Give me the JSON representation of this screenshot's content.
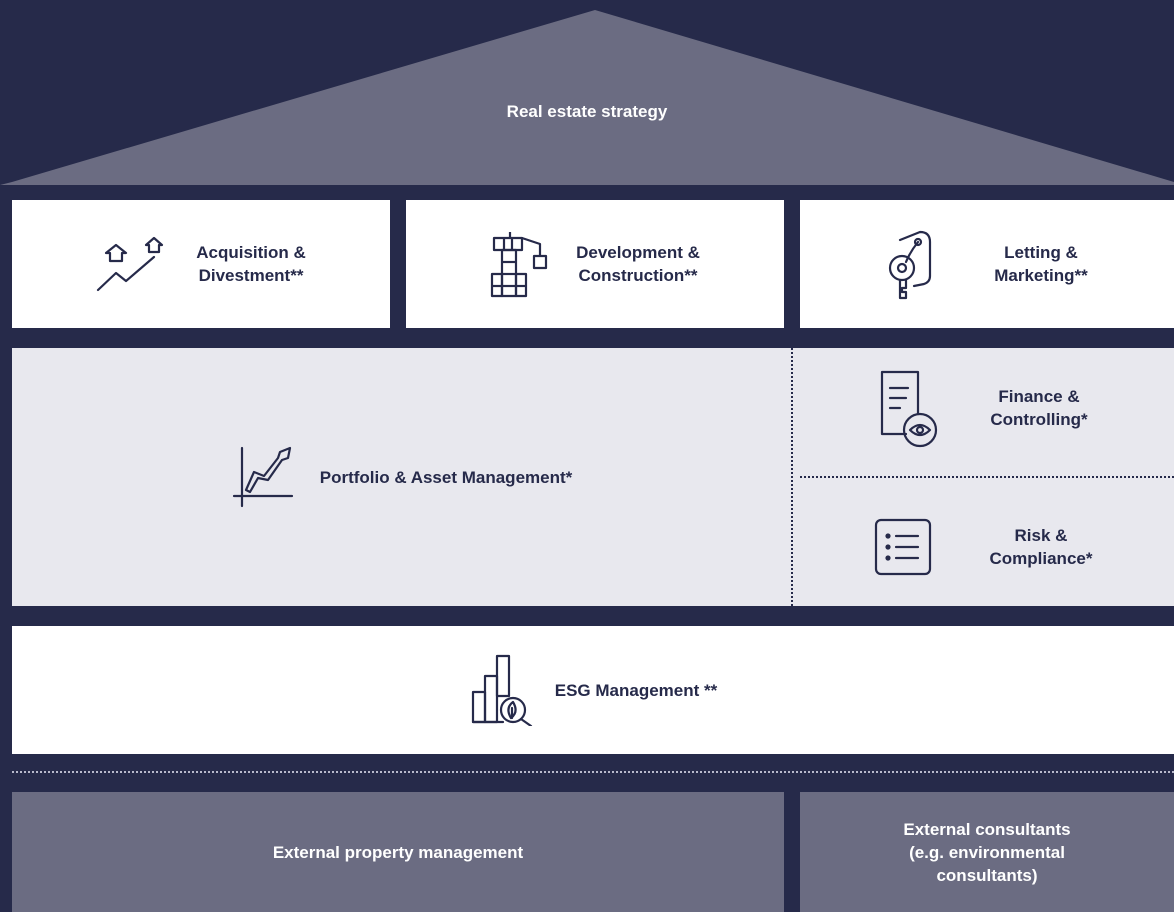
{
  "roof": {
    "label": "Real estate strategy"
  },
  "row1": {
    "acquisition": {
      "label": "Acquisition &\nDivestment**",
      "icon": "rising-houses-icon"
    },
    "development": {
      "label": "Development &\nConstruction**",
      "icon": "crane-icon"
    },
    "letting": {
      "label": "Letting &\nMarketing**",
      "icon": "key-tag-icon"
    }
  },
  "row2": {
    "portfolio": {
      "label": "Portfolio & Asset Management*",
      "icon": "growth-chart-icon"
    },
    "finance": {
      "label": "Finance &\nControlling*",
      "icon": "document-eye-icon"
    },
    "risk": {
      "label": "Risk &\nCompliance*",
      "icon": "checklist-icon"
    }
  },
  "row3": {
    "esg": {
      "label": "ESG Management **",
      "icon": "esg-chart-leaf-icon"
    }
  },
  "row4": {
    "property": {
      "label": "External property management"
    },
    "consultants": {
      "label": "External consultants\n(e.g. environmental\nconsultants)"
    }
  },
  "colors": {
    "background": "#262a4a",
    "roof": "#6b6c82",
    "white_box": "#ffffff",
    "grey_box": "#e8e8ee",
    "text_dark": "#262a4a",
    "text_light": "#ffffff"
  }
}
